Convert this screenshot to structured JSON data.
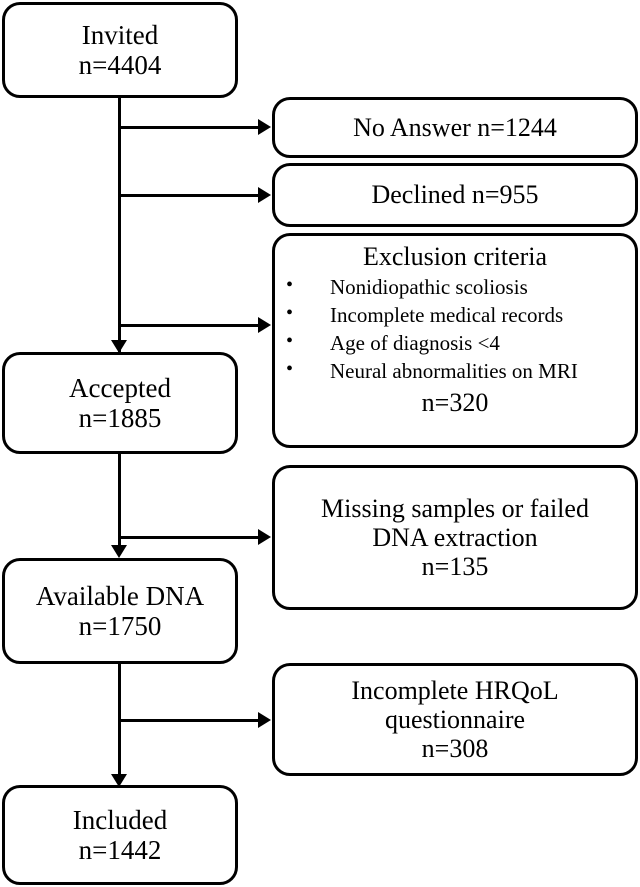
{
  "diagram": {
    "type": "participant-flow-chart",
    "main_flow": [
      {
        "id": "invited",
        "label": "Invited",
        "count": "n=4404"
      },
      {
        "id": "accepted",
        "label": "Accepted",
        "count": "n=1885"
      },
      {
        "id": "available",
        "label": "Available DNA",
        "count": "n=1750"
      },
      {
        "id": "included",
        "label": "Included",
        "count": "n=1442"
      }
    ],
    "exclusions": [
      {
        "id": "no-answer",
        "text": "No Answer n=1244",
        "count": "n=1244"
      },
      {
        "id": "declined",
        "text": "Declined n=955",
        "count": "n=955"
      },
      {
        "id": "exclusion-criteria",
        "title": "Exclusion criteria",
        "criteria": [
          "Nonidiopathic scoliosis",
          "Incomplete medical records",
          "Age of diagnosis <4",
          "Neural abnormalities on MRI"
        ],
        "count": "n=320"
      },
      {
        "id": "missing-dna",
        "line1": "Missing samples or failed",
        "line2": "DNA extraction",
        "count": "n=135"
      },
      {
        "id": "incomplete-hrqol",
        "line1": "Incomplete HRQoL",
        "line2": "questionnaire",
        "count": "n=308"
      }
    ],
    "colors": {
      "stroke": "#000000",
      "fill": "#ffffff",
      "text": "#000000"
    }
  }
}
